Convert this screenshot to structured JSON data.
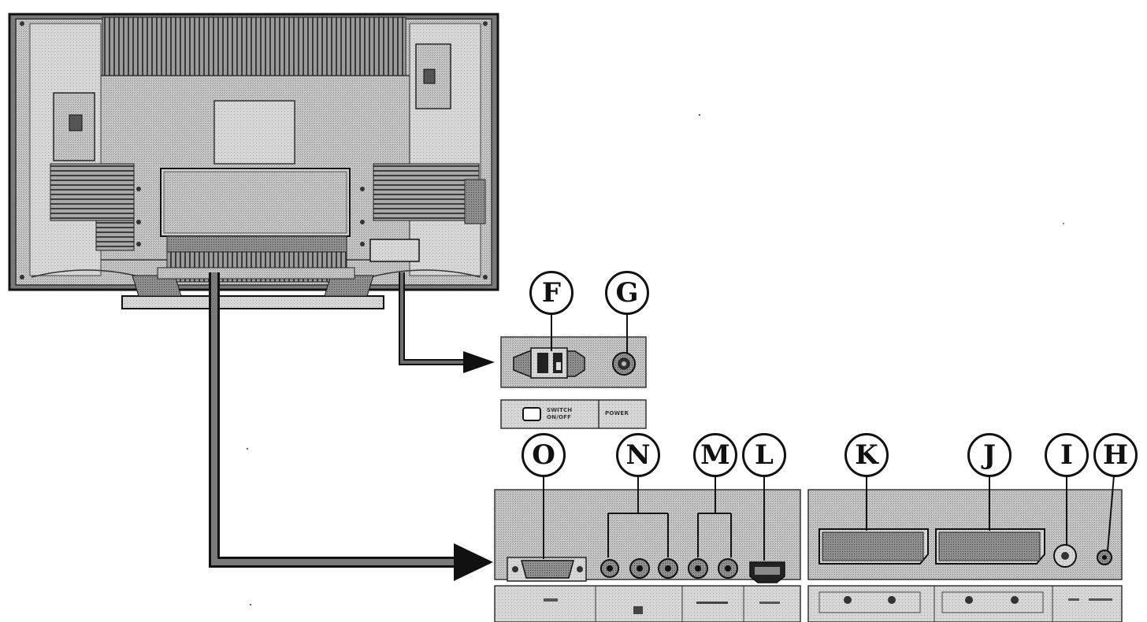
{
  "diagram": {
    "callouts": [
      {
        "id": "F",
        "label": "F"
      },
      {
        "id": "G",
        "label": "G"
      },
      {
        "id": "O",
        "label": "O"
      },
      {
        "id": "N",
        "label": "N"
      },
      {
        "id": "M",
        "label": "M"
      },
      {
        "id": "L",
        "label": "L"
      },
      {
        "id": "K",
        "label": "K"
      },
      {
        "id": "J",
        "label": "J"
      },
      {
        "id": "I",
        "label": "I"
      },
      {
        "id": "H",
        "label": "H"
      }
    ],
    "power_panel": {
      "switch_label": "SWITCH ON/OFF",
      "power_label": "POWER"
    },
    "colors": {
      "ink": "#111111",
      "panel_gray": "#bdbdbd",
      "dark_gray": "#6e6e6e",
      "background": "#ffffff"
    }
  }
}
